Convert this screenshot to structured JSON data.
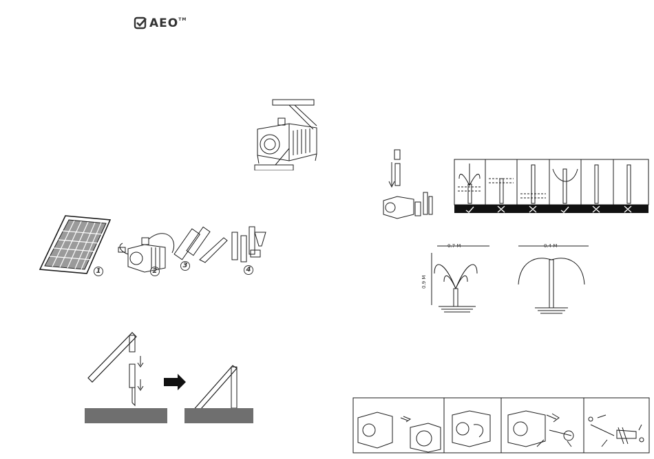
{
  "brand": {
    "name": "AEO",
    "trademark": "TM",
    "icon": "check-box-icon"
  },
  "parts": [
    "1",
    "2",
    "3",
    "4"
  ],
  "fountain_dims": {
    "width_a": "0.7 M",
    "height_a": "0.9 M",
    "width_b": "0.4 M"
  },
  "colors": {
    "ink": "#1a1a1a",
    "soil": "#6f6f6f",
    "panel": "#8a8a8a",
    "mark_bar": "#111111"
  }
}
